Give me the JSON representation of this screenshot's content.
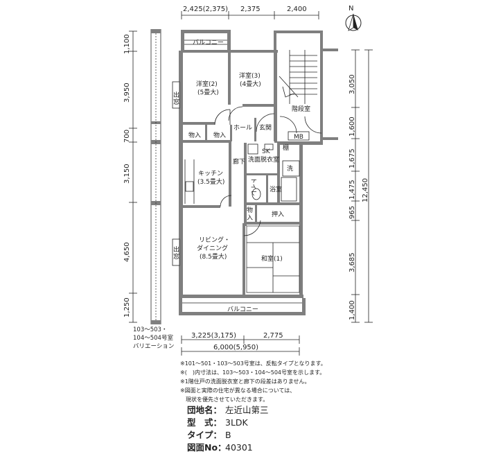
{
  "compass": {
    "label": "N"
  },
  "dimensions": {
    "top": [
      "2,425(2,375)",
      "2,375",
      "2,400"
    ],
    "left": [
      "1,100",
      "3,950",
      "700",
      "3,150",
      "4,650",
      "1,250"
    ],
    "right_inner": [
      "3,050",
      "1,600",
      "1,675",
      "1,475",
      "965",
      "3,685",
      "1,400"
    ],
    "right_total": "12,450",
    "bottom_parts": [
      "3,225(3,175)",
      "2,775"
    ],
    "bottom_total": "6,000(5,950)"
  },
  "rooms": {
    "balcony_top": "バルコニー",
    "western2_name": "洋室(2)",
    "western2_size": "(5畳大)",
    "western3_name": "洋室(3)",
    "western3_size": "(4畳大)",
    "stair": "階段室",
    "window_top_1": "出",
    "window_top_2": "窓",
    "storage1": "物入",
    "storage2": "物入",
    "hall": "ホール",
    "entrance": "玄関",
    "mb": "MB",
    "sk": "SK",
    "shelf": "棚",
    "washroom": "洗面脱衣室",
    "washer": "洗",
    "corridor": "廊下",
    "kitchen_name": "キッチン",
    "kitchen_size": "(3.5畳大)",
    "toilet": "トイレ",
    "bath": "浴室",
    "storage3_1": "物",
    "storage3_2": "入",
    "closet": "押入",
    "living_1": "リビング・",
    "living_2": "ダイニング",
    "living_size": "(8.5畳大)",
    "window_bottom_1": "出",
    "window_bottom_2": "窓",
    "japanese": "和室(1)",
    "balcony_bottom": "バルコニー"
  },
  "variation_note": [
    "103〜503・",
    "104〜504号室",
    "バリエーション"
  ],
  "notes": [
    "※101〜501・103〜503号室は、反転タイプとなります。",
    "※(　)内寸法は、103〜503・104〜504号室を示します。",
    "※1階住戸の洗面脱衣室と廊下の段差はありません。",
    "※図面と実際の住宅が異なる場合については、",
    "　現状を優先させていただきます。"
  ],
  "info": {
    "estate_label": "団地名：",
    "estate_value": "左近山第三",
    "layout_label": "型　式：",
    "layout_value": "3LDK",
    "type_label": "タイプ：",
    "type_value": "B",
    "drawing_label": "図面No：",
    "drawing_value": "40301"
  }
}
